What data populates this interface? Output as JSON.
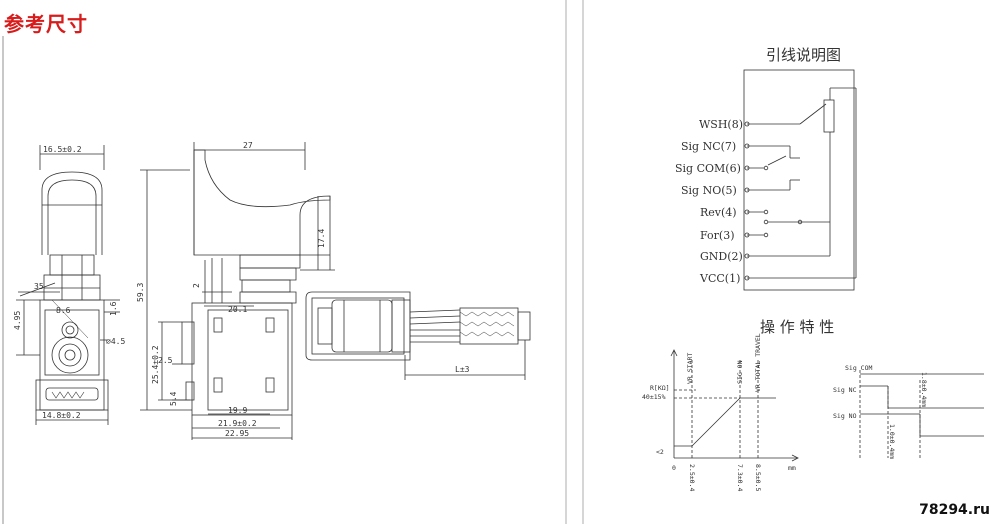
{
  "page": {
    "title": "参考尺寸",
    "watermark": "78294.ru"
  },
  "drawing": {
    "front_view": {
      "dims": {
        "top_width": "16.5±0.2",
        "angle": "35",
        "offset_small": "8.6",
        "height_left": "4.95",
        "shaft_dia": "⌀4.5",
        "dim_16": "1.6",
        "bottom_width": "14.8±0.2"
      }
    },
    "side_view": {
      "dims": {
        "top": "27",
        "trigger_h": "17.4",
        "total_h": "59.3",
        "dim_2": "2",
        "dim_20_1": "20.1",
        "dim_25_4": "25.4±0.2",
        "dim_2_5": "2.5",
        "dim_5_4": "5.4",
        "dim_19_9": "19.9",
        "dim_21_9": "21.9±0.2",
        "dim_22_95": "22.95"
      }
    },
    "top_view": {
      "dims": {
        "length": "L±3"
      }
    }
  },
  "wiring": {
    "title": "引线说明图",
    "pins": [
      {
        "label": "WSH(8)"
      },
      {
        "label": "Sig NC(7)"
      },
      {
        "label": "Sig COM(6)"
      },
      {
        "label": "Sig NO(5)"
      },
      {
        "label": "Rev(4)"
      },
      {
        "label": "For(3)"
      },
      {
        "label": "GND(2)"
      },
      {
        "label": "VCC(1)"
      }
    ]
  },
  "characteristics": {
    "title": "操 作 特 性",
    "left_chart": {
      "y_top": "R[KΩ]",
      "y_val": "40±15%",
      "y_low": "<2",
      "origin": "0",
      "x_unit": "mm",
      "top_labels": [
        "VR START",
        "SIG ON",
        "VR TOTAL TRAVEL"
      ],
      "bottom_labels": [
        "2.5±0.4",
        "7.3±0.4",
        "8.5±0.5"
      ]
    },
    "right_chart": {
      "sig_com": "Sig COM",
      "sig_nc": "Sig NC",
      "sig_no": "Sig NO",
      "dim_a": "1.8±0.4mm",
      "dim_b": "1.0±0.4mm"
    }
  }
}
